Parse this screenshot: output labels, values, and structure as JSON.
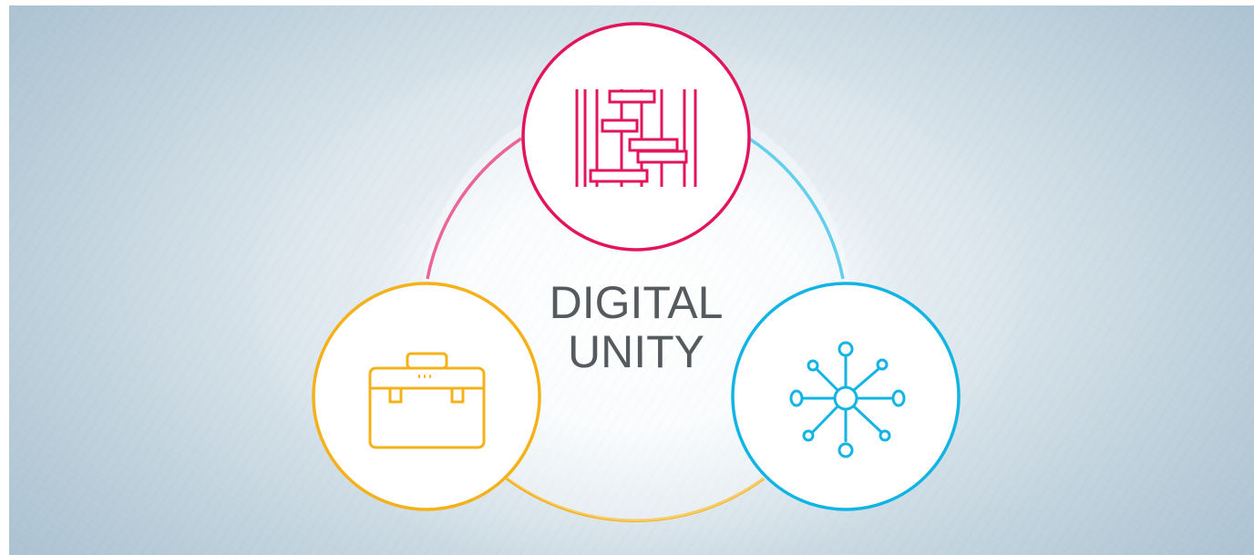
{
  "title": {
    "line1": "DIGITAL",
    "line2": "UNITY"
  },
  "nodes": [
    {
      "id": "top",
      "icon": "gantt-chart-icon",
      "color": "#e2145c"
    },
    {
      "id": "left",
      "icon": "briefcase-icon",
      "color": "#f4b11a"
    },
    {
      "id": "right",
      "icon": "network-hub-icon",
      "color": "#12b4e3"
    }
  ],
  "colors": {
    "magenta": "#e2145c",
    "amber": "#f4b11a",
    "cyan": "#12b4e3",
    "title_text": "#555a5e"
  }
}
